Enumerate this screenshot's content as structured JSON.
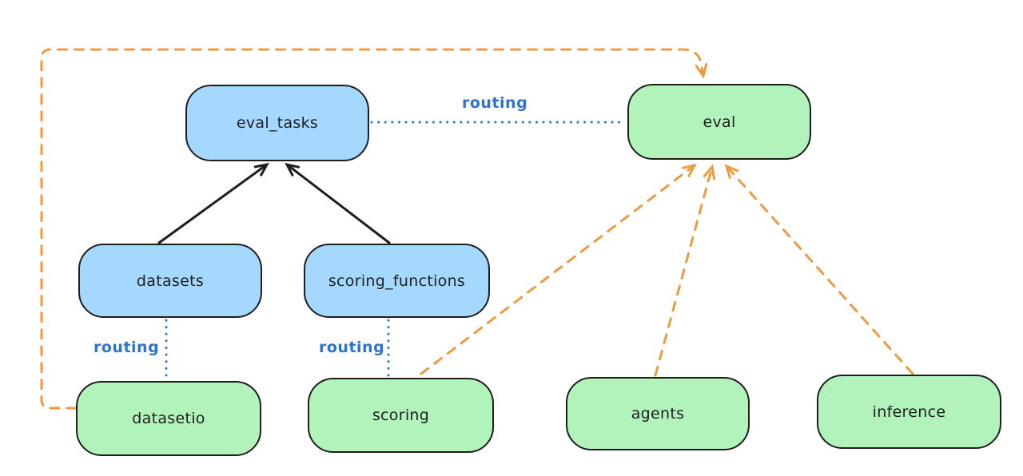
{
  "diagram": {
    "nodes": {
      "eval_tasks": {
        "label": "eval_tasks",
        "color_key": "blue_fill"
      },
      "datasets": {
        "label": "datasets",
        "color_key": "blue_fill"
      },
      "scoring_functions": {
        "label": "scoring_functions",
        "color_key": "blue_fill"
      },
      "eval": {
        "label": "eval",
        "color_key": "green_fill"
      },
      "datasetio": {
        "label": "datasetio",
        "color_key": "green_fill"
      },
      "scoring": {
        "label": "scoring",
        "color_key": "green_fill"
      },
      "agents": {
        "label": "agents",
        "color_key": "green_fill"
      },
      "inference": {
        "label": "inference",
        "color_key": "green_fill"
      }
    },
    "edge_labels": {
      "eval_tasks_to_eval": "routing",
      "datasets_to_datasetio": "routing",
      "scoring_functions_to_scoring": "routing"
    },
    "edges": [
      {
        "from": "datasets",
        "to": "eval_tasks",
        "style": "solid-black-arrow"
      },
      {
        "from": "scoring_functions",
        "to": "eval_tasks",
        "style": "solid-black-arrow"
      },
      {
        "from": "eval_tasks",
        "to": "eval",
        "style": "dotted-blue",
        "label": "routing"
      },
      {
        "from": "datasets",
        "to": "datasetio",
        "style": "dotted-blue",
        "label": "routing"
      },
      {
        "from": "scoring_functions",
        "to": "scoring",
        "style": "dotted-blue",
        "label": "routing"
      },
      {
        "from": "datasetio",
        "to": "eval",
        "style": "dashed-orange-arrow",
        "route": "around-left-and-top"
      },
      {
        "from": "scoring",
        "to": "eval",
        "style": "dashed-orange-arrow"
      },
      {
        "from": "agents",
        "to": "eval",
        "style": "dashed-orange-arrow"
      },
      {
        "from": "inference",
        "to": "eval",
        "style": "dashed-orange-arrow"
      }
    ],
    "colors": {
      "blue_fill": "#a5d8ff",
      "green_fill": "#b2f2bb",
      "node_border": "#1e1e1e",
      "arrow_black": "#1e1e1e",
      "routing_blue": "#2f74c9",
      "arrow_orange": "#ec9b40",
      "background": "#ffffff"
    }
  }
}
